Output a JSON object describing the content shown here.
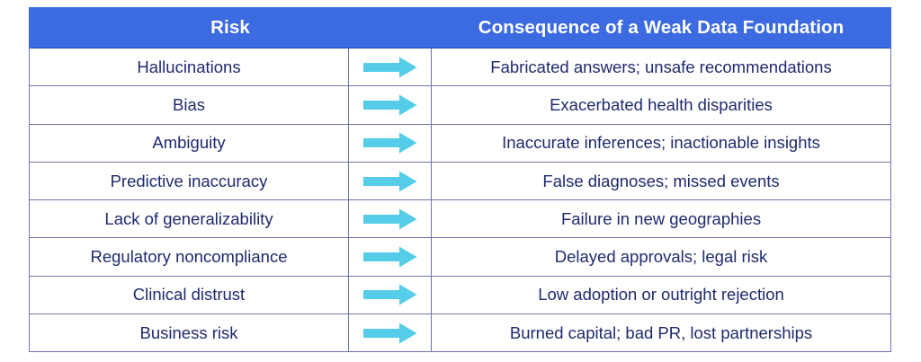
{
  "table": {
    "columns": {
      "risk": "Risk",
      "arrow": "arrow-right-icon",
      "consequence": "Consequence of a Weak Data Foundation"
    },
    "colors": {
      "header_background": "#3b6ae1",
      "header_text": "#ffffff",
      "body_text": "#1f2a6e",
      "arrow": "#55cde8",
      "border": "#6f74a8",
      "outer_border": "#4b4f86",
      "page_background": "#ffffff"
    },
    "rows": [
      {
        "risk": "Hallucinations",
        "consequence": "Fabricated answers; unsafe recommendations"
      },
      {
        "risk": "Bias",
        "consequence": "Exacerbated health disparities"
      },
      {
        "risk": "Ambiguity",
        "consequence": "Inaccurate inferences; inactionable insights"
      },
      {
        "risk": "Predictive inaccuracy",
        "consequence": "False diagnoses; missed events"
      },
      {
        "risk": "Lack of generalizability",
        "consequence": "Failure in new geographies"
      },
      {
        "risk": "Regulatory noncompliance",
        "consequence": "Delayed approvals; legal risk"
      },
      {
        "risk": "Clinical distrust",
        "consequence": "Low adoption or outright rejection"
      },
      {
        "risk": "Business risk",
        "consequence": "Burned capital; bad PR, lost partnerships"
      }
    ]
  }
}
